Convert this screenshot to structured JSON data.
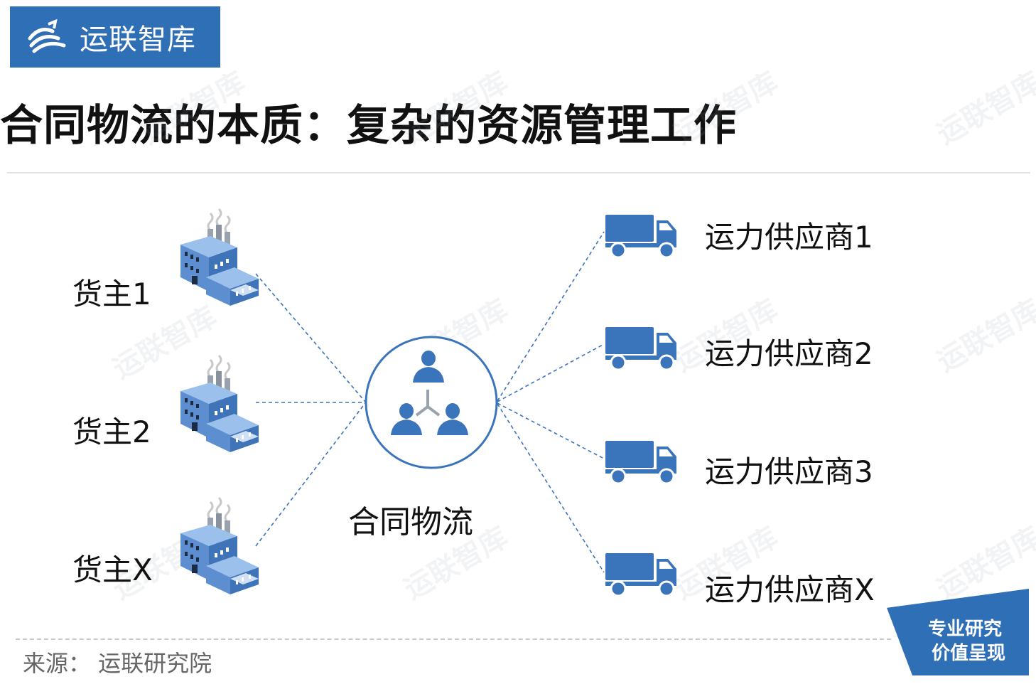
{
  "brand": {
    "name": "运联智库",
    "color": "#2f6fb5"
  },
  "title": "合同物流的本质：复杂的资源管理工作",
  "shippers": [
    {
      "label": "货主1",
      "icon": "factory-icon"
    },
    {
      "label": "货主2",
      "icon": "factory-icon"
    },
    {
      "label": "货主X",
      "icon": "factory-icon"
    }
  ],
  "hub": {
    "label": "合同物流",
    "icon": "team-network-icon"
  },
  "carriers": [
    {
      "label": "运力供应商1",
      "icon": "truck-icon"
    },
    {
      "label": "运力供应商2",
      "icon": "truck-icon"
    },
    {
      "label": "运力供应商3",
      "icon": "truck-icon"
    },
    {
      "label": "运力供应商X",
      "icon": "truck-icon"
    }
  ],
  "source": "来源：  运联研究院",
  "badge": {
    "line1": "专业研究",
    "line2": "价值呈现"
  },
  "watermark": "运联智库"
}
